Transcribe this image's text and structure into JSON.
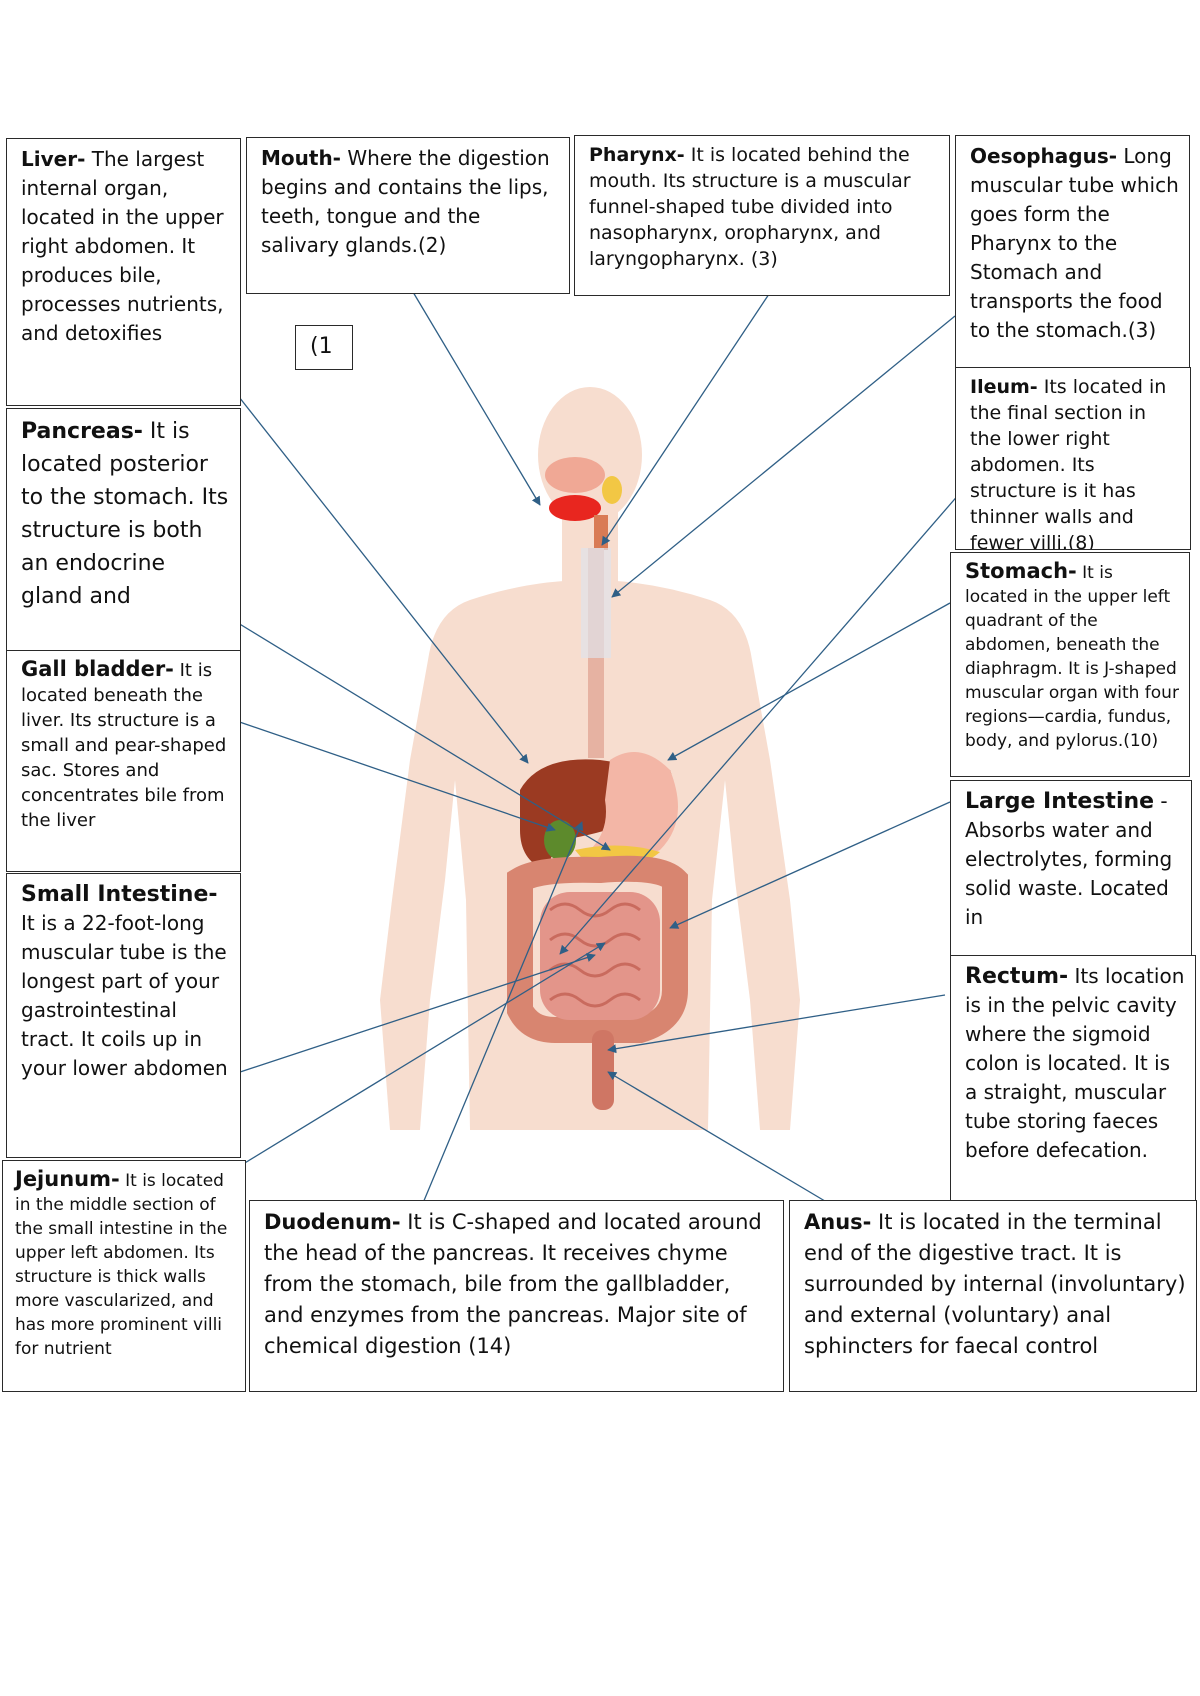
{
  "ref_label": "(1",
  "boxes": {
    "liver": {
      "title": "Liver-",
      "text": " The largest internal organ, located in the upper right abdomen. It produces bile, processes nutrients, and detoxifies"
    },
    "mouth": {
      "title": "Mouth-",
      "text": " Where the digestion begins and contains the lips, teeth, tongue and the salivary glands.(2)"
    },
    "pharynx": {
      "title": "Pharynx-",
      "text": " It is located behind the mouth. Its structure is a muscular funnel-shaped tube divided into nasopharynx, oropharynx, and laryngopharynx. (3)"
    },
    "oesophagus": {
      "title": "Oesophagus-",
      "text": " Long muscular tube which goes form the Pharynx to the Stomach and transports the food to the stomach.(3)"
    },
    "ileum": {
      "title": "Ileum-",
      "text": " Its located in the final section in the lower right abdomen. Its structure is it has thinner walls and fewer villi.(8)"
    },
    "pancreas": {
      "title": "Pancreas-",
      "text": "  It is located posterior to the stomach.  Its structure is both an endocrine gland and"
    },
    "stomach": {
      "title": "Stomach-",
      "text": " It is located in the upper left quadrant of the abdomen, beneath the diaphragm. It is J-shaped muscular organ with four regions—cardia, fundus, body, and pylorus.(10)"
    },
    "gall_bladder": {
      "title": "Gall bladder-",
      "text": " It is located beneath the liver. Its  structure is a small and pear-shaped sac. Stores and concentrates bile from the liver"
    },
    "large_intestine": {
      "title": "Large Intestine",
      "text": " -Absorbs water and electrolytes, forming solid waste. Located in"
    },
    "small_intestine": {
      "title": "Small Intestine-",
      "text": "It is a 22-foot-long muscular tube is the longest part of your gastrointestinal tract. It coils up in your lower abdomen"
    },
    "rectum": {
      "title": "Rectum-",
      "text": " Its location is in the pelvic cavity where the sigmoid colon is located. It is a straight, muscular tube storing faeces before defecation."
    },
    "jejunum": {
      "title": "Jejunum-",
      "text": " It is located in the middle section of the small intestine in the upper left abdomen. Its structure is thick walls more vascularized, and has more prominent villi for nutrient"
    },
    "duodenum": {
      "title": "Duodenum-",
      "text": " It is C-shaped and located around the head of the pancreas. It receives chyme from the stomach, bile from the gallbladder, and enzymes from the pancreas. Major site of chemical digestion (14)"
    },
    "anus": {
      "title": "Anus-",
      "text": " It is located in the terminal end of the digestive tract. It is surrounded by internal (involuntary) and external (voluntary) anal sphincters for faecal control"
    }
  },
  "colors": {
    "skin": "#f6d9c8",
    "liver": "#9b3a22",
    "stomach": "#f3b6a6",
    "intestine": "#df8f7a",
    "gall": "#5d8a2c",
    "pancreas": "#f2c744",
    "arrow": "#2f5f86",
    "mouth": "#e8261f"
  }
}
